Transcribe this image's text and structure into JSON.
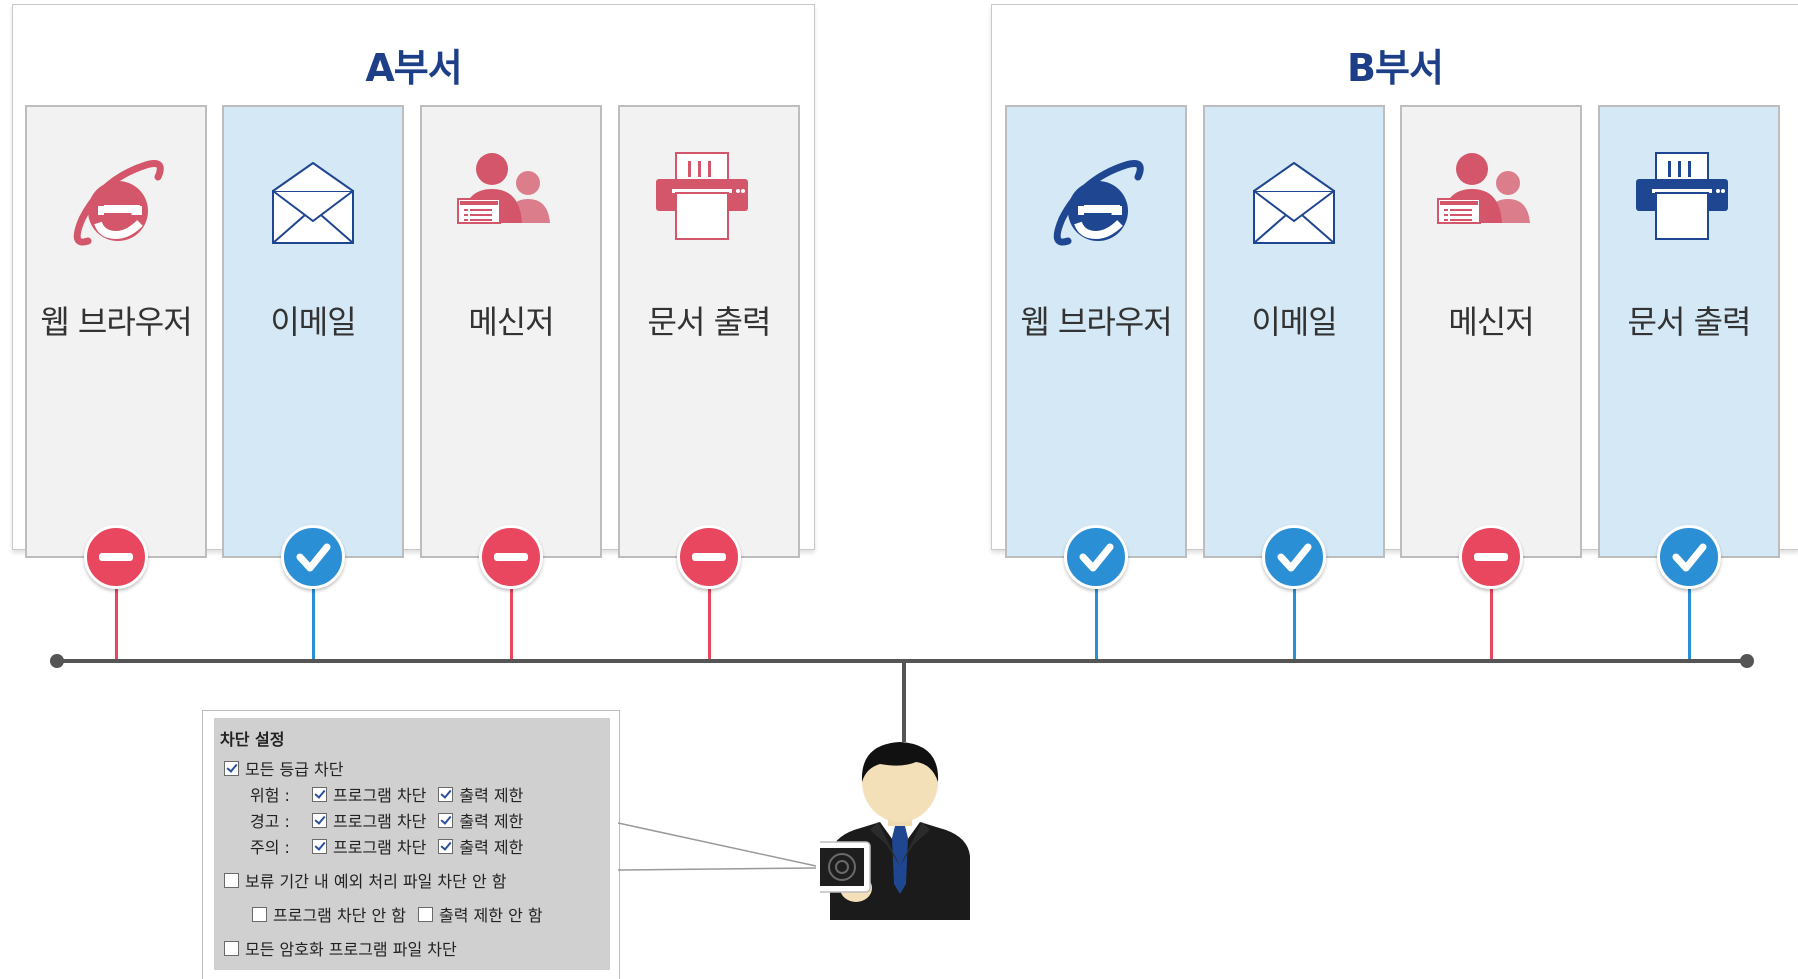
{
  "departments": [
    {
      "title": "A부서",
      "columns": [
        {
          "label": "웹 브라우저",
          "icon": "internet-explorer-icon",
          "status": "blocked"
        },
        {
          "label": "이메일",
          "icon": "email-envelope-icon",
          "status": "allowed"
        },
        {
          "label": "메신저",
          "icon": "messenger-users-icon",
          "status": "blocked"
        },
        {
          "label": "문서 출력",
          "icon": "printer-icon",
          "status": "blocked"
        }
      ]
    },
    {
      "title": "B부서",
      "columns": [
        {
          "label": "웹 브라우저",
          "icon": "internet-explorer-icon",
          "status": "allowed"
        },
        {
          "label": "이메일",
          "icon": "email-envelope-icon",
          "status": "allowed"
        },
        {
          "label": "메신저",
          "icon": "messenger-users-icon",
          "status": "blocked"
        },
        {
          "label": "문서 출력",
          "icon": "printer-icon",
          "status": "allowed"
        }
      ]
    }
  ],
  "colors": {
    "blocked": "#e8475f",
    "allowed": "#2b8fd6",
    "title": "#1d3f87",
    "icon_blocked": "#d4566a",
    "icon_allowed": "#1f4690"
  },
  "settings_panel": {
    "title": "차단 설정",
    "all_grade_block": {
      "label": "모든 등급 차단",
      "checked": true
    },
    "levels": [
      {
        "label": "위험 :",
        "program_block": {
          "label": "프로그램 차단",
          "checked": true
        },
        "print_limit": {
          "label": "출력 제한",
          "checked": true
        }
      },
      {
        "label": "경고 :",
        "program_block": {
          "label": "프로그램 차단",
          "checked": true
        },
        "print_limit": {
          "label": "출력 제한",
          "checked": true
        }
      },
      {
        "label": "주의 :",
        "program_block": {
          "label": "프로그램 차단",
          "checked": true
        },
        "print_limit": {
          "label": "출력 제한",
          "checked": true
        }
      }
    ],
    "exception": {
      "label": "보류 기간 내 예외 처리 파일 차단 안 함",
      "checked": false
    },
    "exception_options": [
      {
        "label": "프로그램 차단 안 함",
        "checked": false
      },
      {
        "label": "출력 제한 안 함",
        "checked": false
      }
    ],
    "encrypted_block": {
      "label": "모든 암호화 프로그램 파일 차단",
      "checked": false
    }
  }
}
